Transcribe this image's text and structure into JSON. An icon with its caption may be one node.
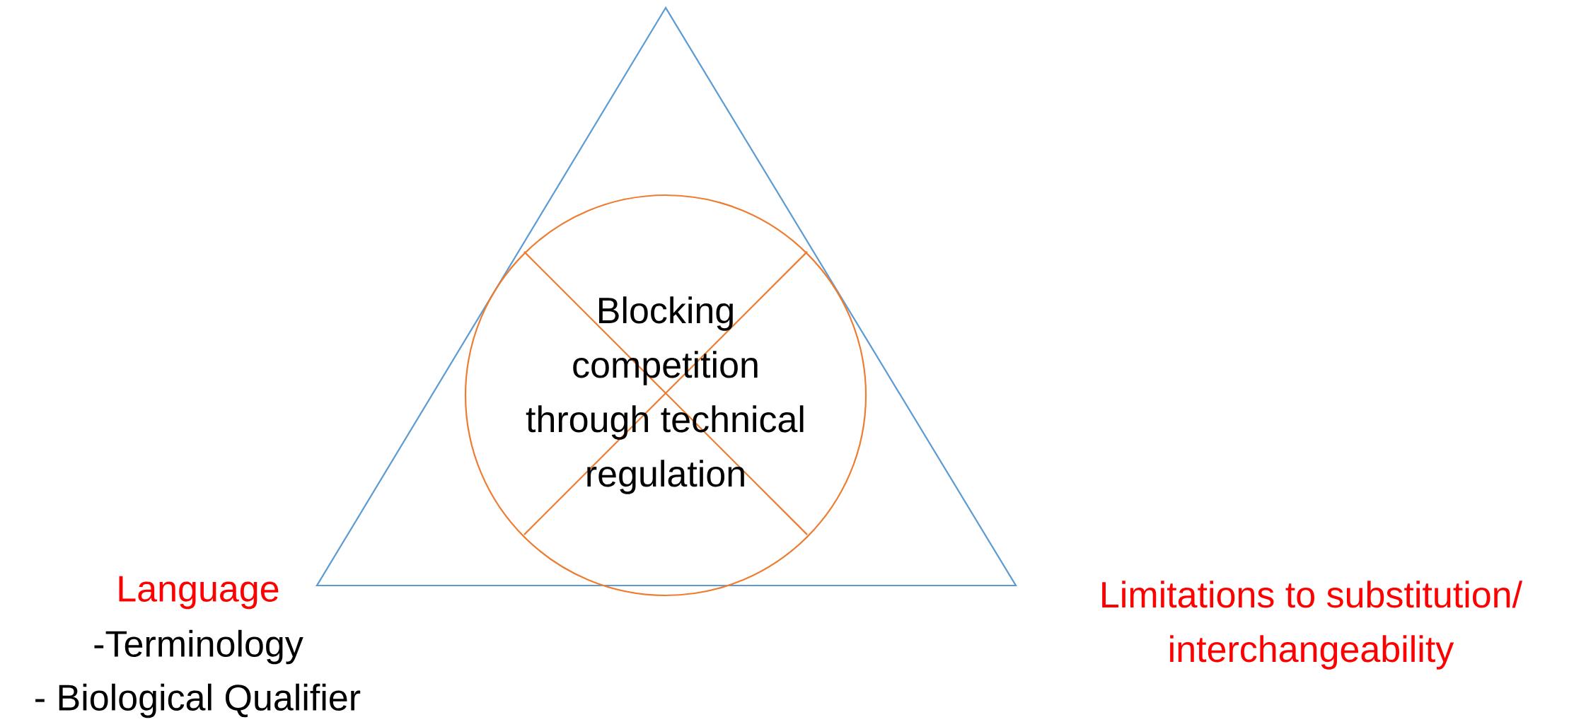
{
  "diagram": {
    "nodes": [
      {
        "text": [
          "Blocking competition through technical regulation"
        ]
      }
    ],
    "labels": [
      "Language",
      "-Terminology",
      "- Biological Qualifier",
      "Limitations to substitution/ interchangeability"
    ]
  }
}
